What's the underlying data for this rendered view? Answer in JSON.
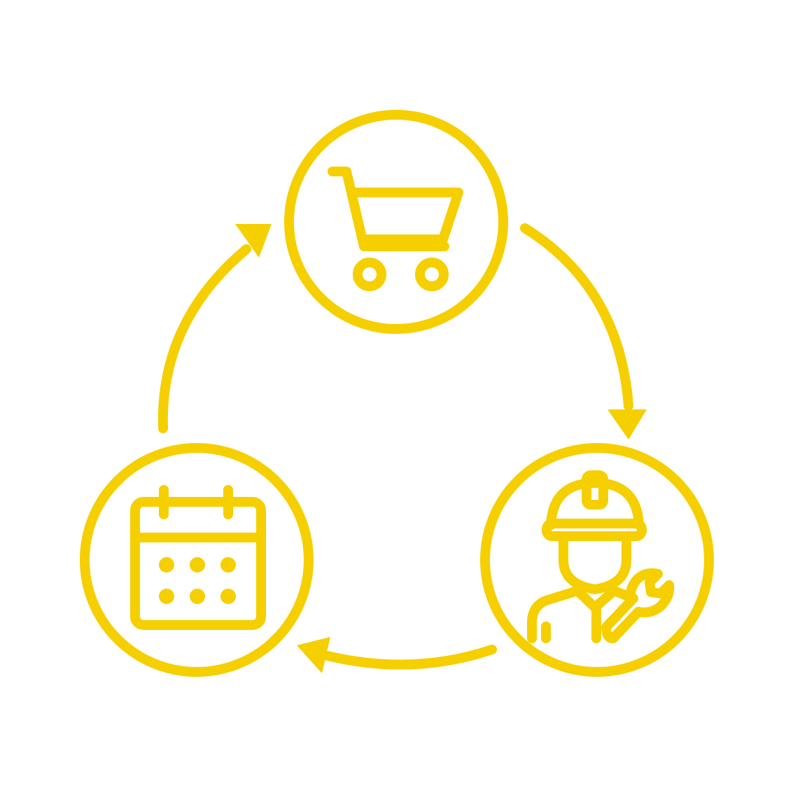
{
  "diagram": {
    "type": "cycle",
    "accent_color": "#f5cf00",
    "background_color": "#ffffff",
    "nodes": [
      {
        "icon": "shopping-cart-icon",
        "order": 1
      },
      {
        "icon": "technician-with-wrench-icon",
        "order": 2
      },
      {
        "icon": "calendar-icon",
        "order": 3
      }
    ],
    "flow": [
      {
        "from": "shopping-cart-icon",
        "to": "technician-with-wrench-icon"
      },
      {
        "from": "technician-with-wrench-icon",
        "to": "calendar-icon"
      },
      {
        "from": "calendar-icon",
        "to": "shopping-cart-icon"
      }
    ]
  }
}
